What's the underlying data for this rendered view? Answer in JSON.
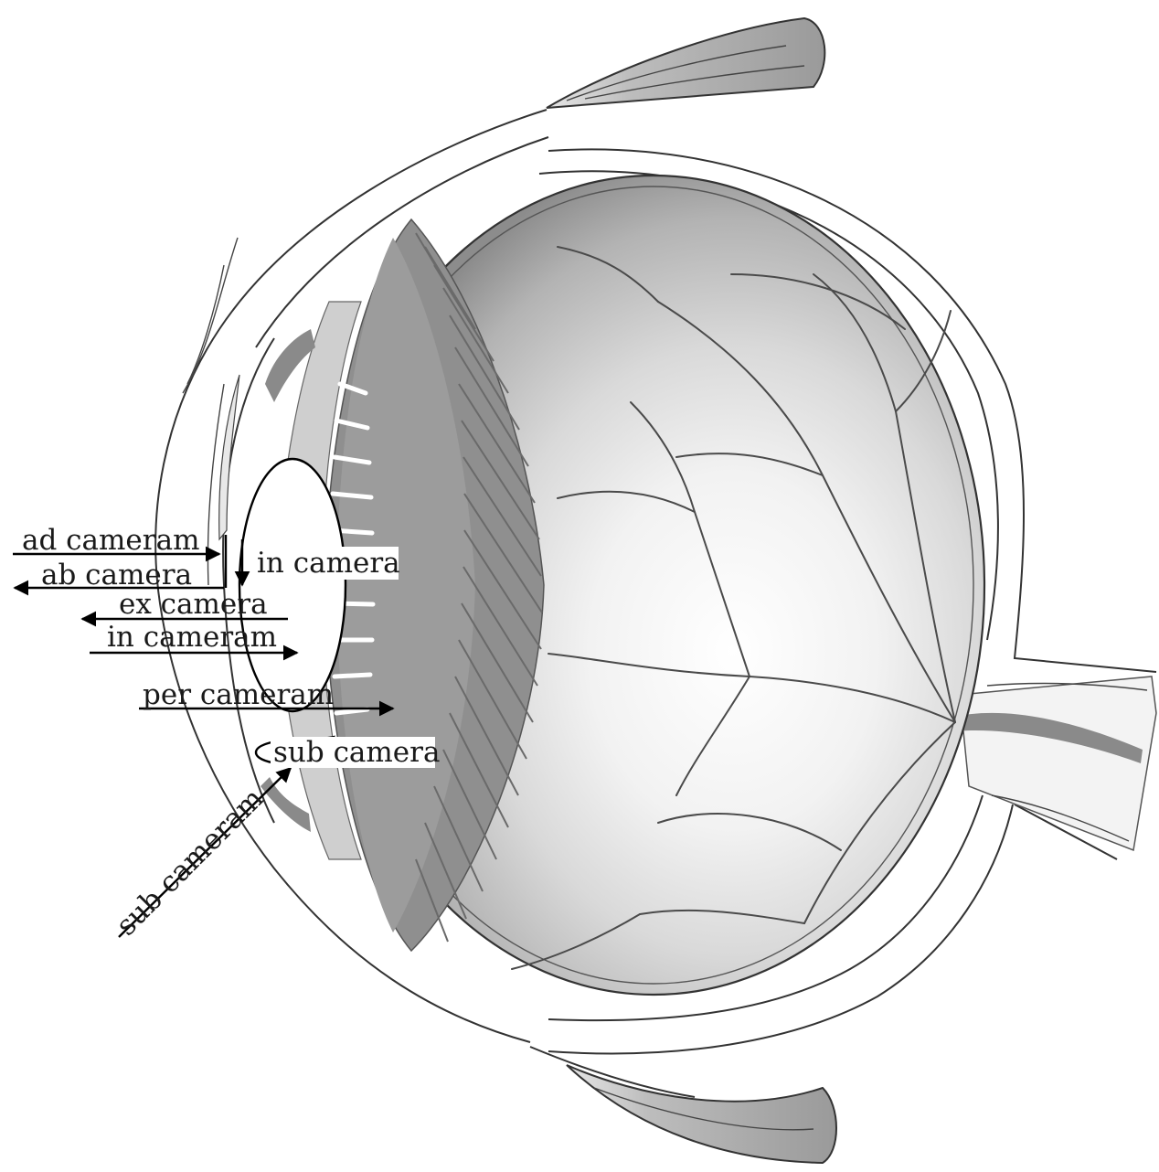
{
  "labels": {
    "ad_cameram": "ad cameram",
    "ab_camera": "ab camera",
    "ex_camera": "ex camera",
    "in_cameram": "in cameram",
    "in_camera": "in camera",
    "per_cameram": "per cameram",
    "sub_camera": "sub camera",
    "sub_cameram": "sub cameram"
  }
}
